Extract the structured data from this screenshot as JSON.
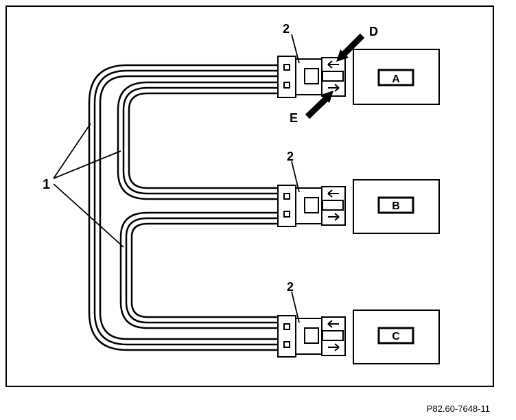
{
  "callouts": {
    "harness": "1",
    "connector": "2",
    "release_d": "D",
    "release_e": "E"
  },
  "modules": [
    {
      "label": "A"
    },
    {
      "label": "B"
    },
    {
      "label": "C"
    }
  ],
  "reference_code": "P82.60-7648-11"
}
